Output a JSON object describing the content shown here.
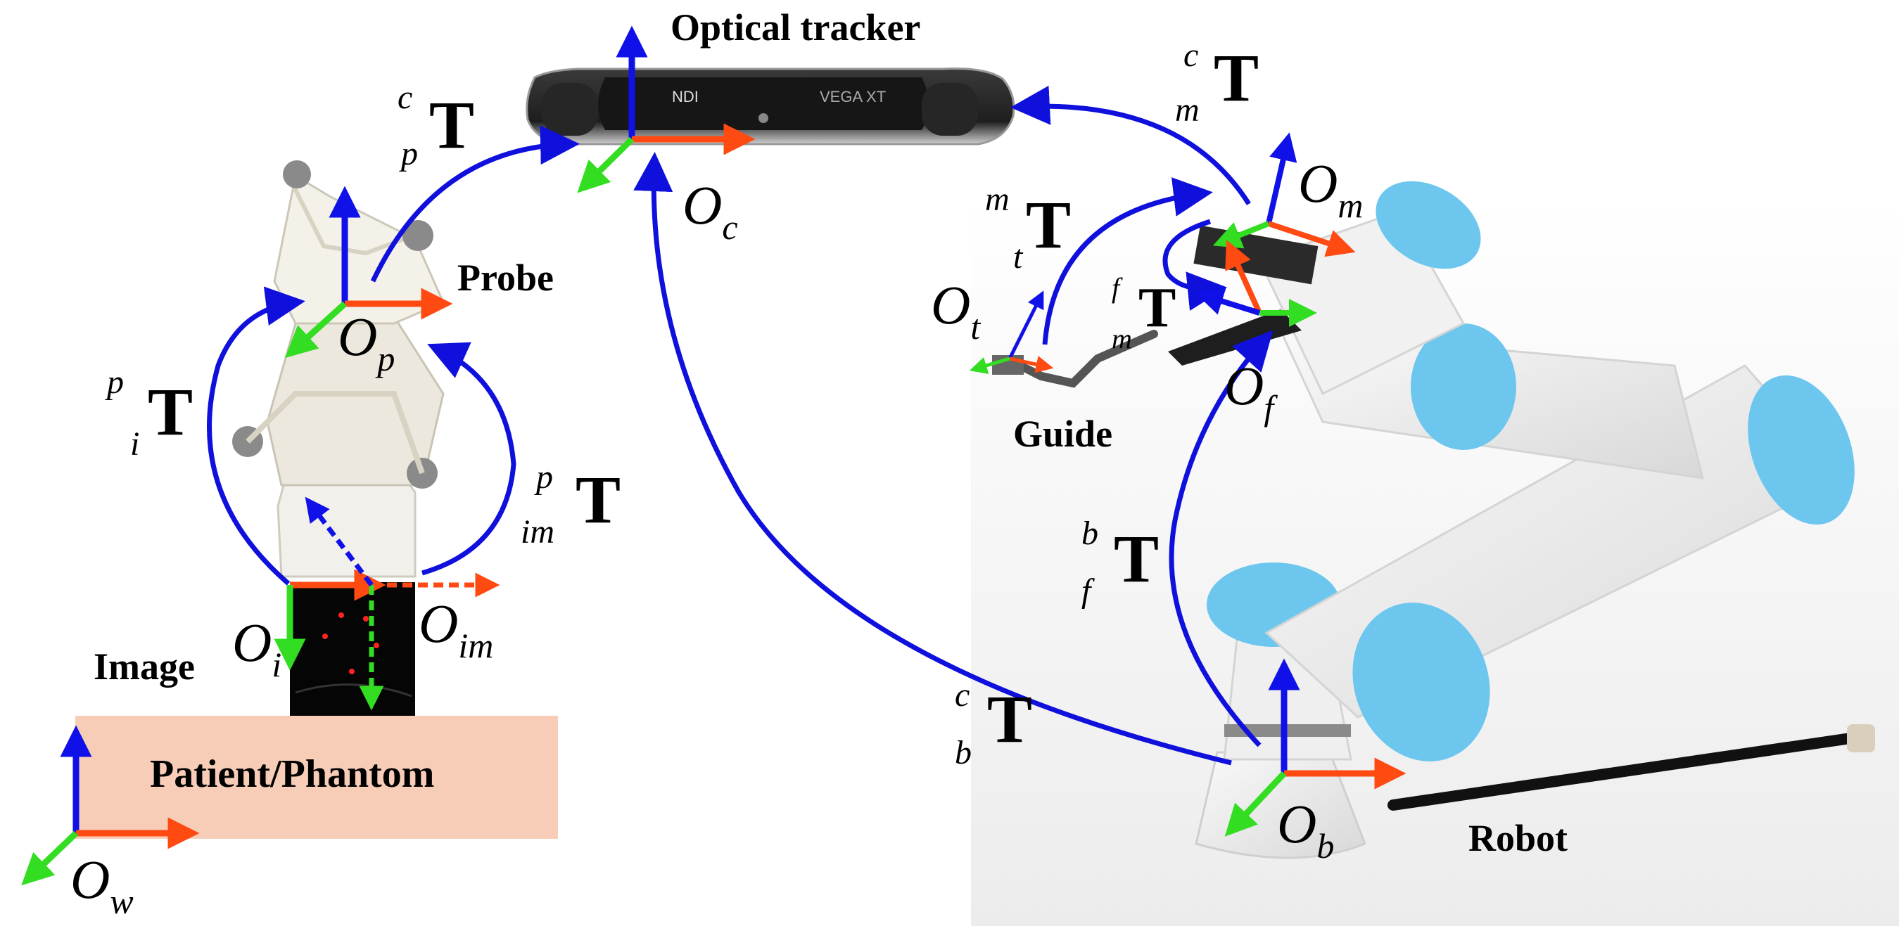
{
  "labels": {
    "optical_tracker": "Optical tracker",
    "probe": "Probe",
    "guide": "Guide",
    "image": "Image",
    "robot": "Robot",
    "patient": "Patient/Phantom",
    "tracker_brand": "NDI",
    "tracker_model": "VEGA XT"
  },
  "frames": {
    "Oc": {
      "base": "O",
      "sub": "c"
    },
    "Op": {
      "base": "O",
      "sub": "p"
    },
    "Oi": {
      "base": "O",
      "sub": "i"
    },
    "Oim": {
      "base": "O",
      "sub": "im"
    },
    "Ow": {
      "base": "O",
      "sub": "w"
    },
    "Ot": {
      "base": "O",
      "sub": "t"
    },
    "Om": {
      "base": "O",
      "sub": "m"
    },
    "Of": {
      "base": "O",
      "sub": "f"
    },
    "Ob": {
      "base": "O",
      "sub": "b"
    }
  },
  "transforms": {
    "cpT": {
      "sup": "c",
      "sub": "p",
      "base": "T"
    },
    "piT": {
      "sup": "p",
      "sub": "i",
      "base": "T"
    },
    "pimT": {
      "sup": "p",
      "sub": "im",
      "base": "T"
    },
    "cmT": {
      "sup": "c",
      "sub": "m",
      "base": "T"
    },
    "mtT": {
      "sup": "m",
      "sub": "t",
      "base": "T"
    },
    "fmT": {
      "sup": "f",
      "sub": "m",
      "base": "T"
    },
    "bfT": {
      "sup": "b",
      "sub": "f",
      "base": "T"
    },
    "cbT": {
      "sup": "c",
      "sub": "b",
      "base": "T"
    }
  },
  "colors": {
    "axis_x": "#ff4a12",
    "axis_y": "#1010e8",
    "axis_z": "#33dd22",
    "transform_arrow": "#1010dd",
    "patient_fill": "#f7cdb7",
    "robot_body": "#eeeeee",
    "robot_cap": "#6cc6ee",
    "tracker_body": "#2b2b2b"
  }
}
